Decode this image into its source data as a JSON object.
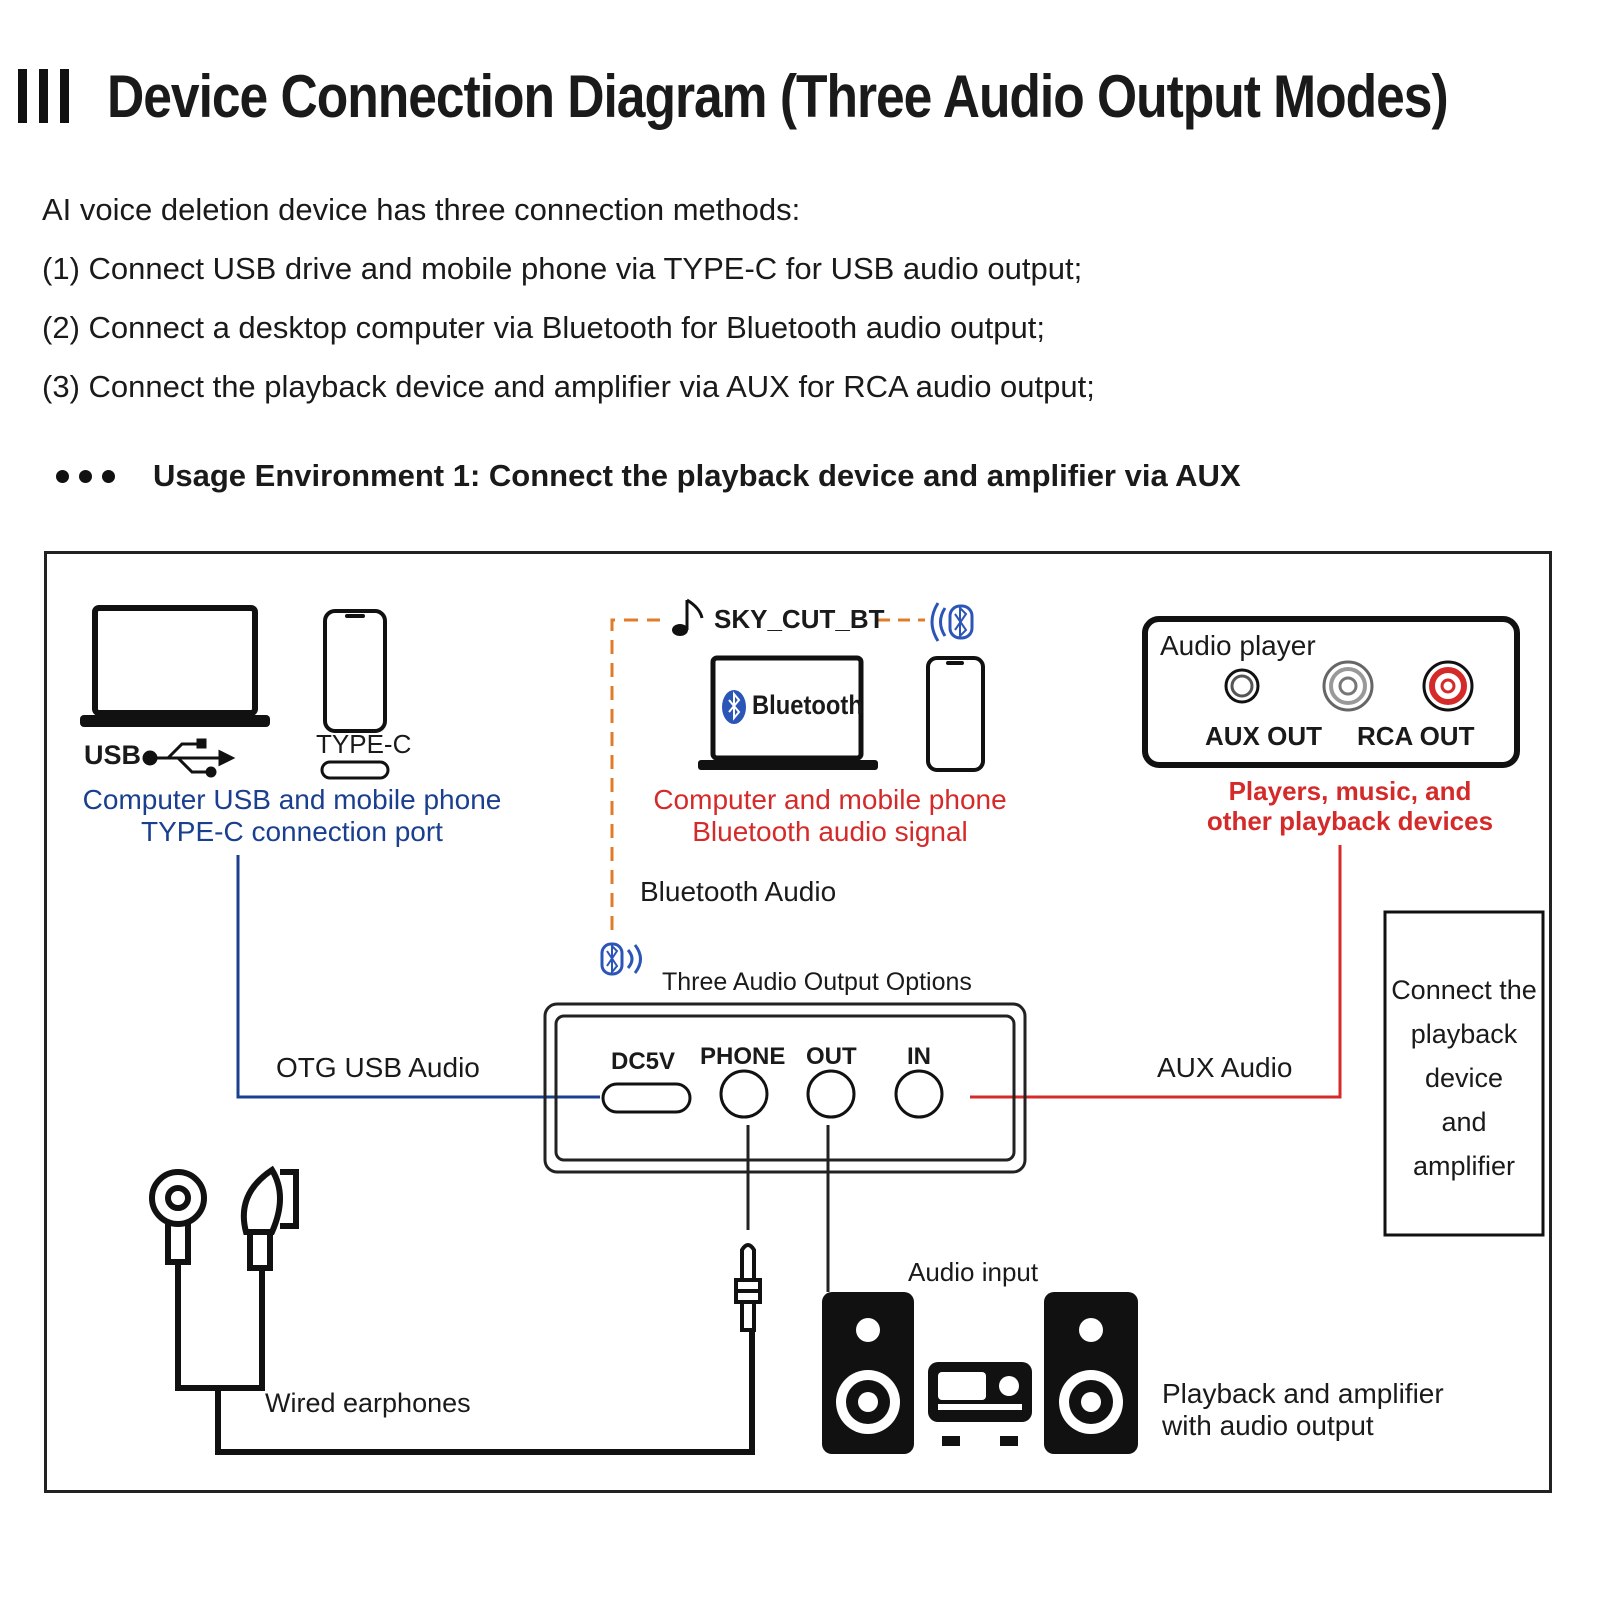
{
  "header": {
    "title": "Device Connection Diagram (Three Audio Output Modes)"
  },
  "intro": {
    "lead": "AI voice deletion device has three connection methods:",
    "items": [
      "(1) Connect USB drive and mobile phone via TYPE-C for USB audio output;",
      "(2) Connect a desktop computer via Bluetooth for Bluetooth audio output;",
      "(3) Connect the playback device and amplifier via AUX for RCA audio output;"
    ]
  },
  "usage": {
    "heading": "Usage Environment 1: Connect the playback device and amplifier via AUX"
  },
  "diagram": {
    "usb_label": "USB",
    "typec_label": "TYPE-C",
    "usb_caption": [
      "Computer USB and mobile phone",
      "TYPE-C connection port"
    ],
    "bt_name": "SKY_CUT_BT",
    "bt_laptop_label": "Bluetooth",
    "bt_caption": [
      "Computer and mobile phone",
      "Bluetooth audio signal"
    ],
    "bt_audio": "Bluetooth Audio",
    "audio_player": {
      "title": "Audio player",
      "aux_out": "AUX OUT",
      "rca_out": "RCA OUT",
      "caption": [
        "Players, music, and",
        "other playback devices"
      ]
    },
    "side_note": [
      "Connect the",
      "playback",
      "device",
      "and",
      "amplifier"
    ],
    "device": {
      "heading": "Three Audio Output Options",
      "ports": [
        "DC5V",
        "PHONE",
        "OUT",
        "IN"
      ]
    },
    "otg_label": "OTG USB Audio",
    "aux_audio": "AUX Audio",
    "earphones_label": "Wired earphones",
    "audio_input": "Audio input",
    "amp_caption": [
      "Playback and amplifier",
      "with audio output"
    ],
    "colors": {
      "usb_line": "#1b3f8f",
      "bt_line": "#e07b2a",
      "aux_line": "#d42a2a",
      "bt_icon": "#2c55b8"
    }
  }
}
